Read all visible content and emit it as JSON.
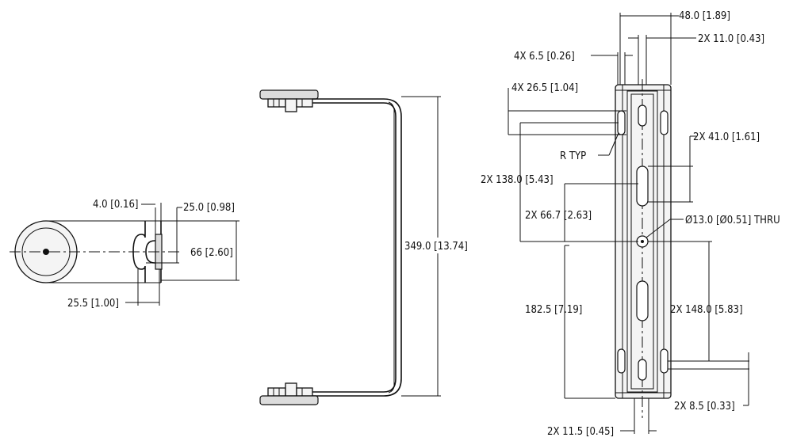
{
  "side_view": {
    "dims": {
      "thickness": "4.0 [0.16]",
      "offset": "25.0 [0.98]",
      "height": "66 [2.60]",
      "tab": "25.5 [1.00]"
    }
  },
  "front_view": {
    "dims": {
      "length": "349.0 [13.74]"
    }
  },
  "plate_view": {
    "dims": {
      "width": "48.0 [1.89]",
      "slot_width": "2X 11.0 [0.43]",
      "edge_offset": "4X 6.5 [0.26]",
      "end_slot_length": "4X 26.5 [1.04]",
      "radius": "R TYP",
      "mid_slot_length": "2X 41.0 [1.61]",
      "outer_slot_spacing": "2X 138.0 [5.43]",
      "inner_slot_spacing": "2X 66.7 [2.63]",
      "hole": "Ø13.0 [Ø0.51] THRU",
      "center_to_end": "182.5 [7.19]",
      "mid_to_end_slot": "2X 148.0 [5.83]",
      "end_slot_offset": "2X 8.5 [0.33]",
      "slot_spacing_bottom": "2X 11.5 [0.45]"
    }
  }
}
